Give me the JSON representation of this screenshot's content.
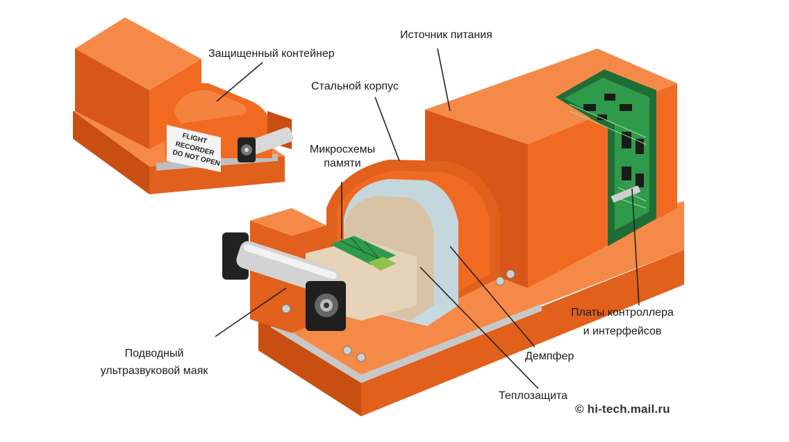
{
  "labels": {
    "protected_container": "Защищенный контейнер",
    "power_source": "Источник питания",
    "steel_case": "Стальной корпус",
    "memory_chips_line1": "Микросхемы",
    "memory_chips_line2": "памяти",
    "controller_boards_line1": "Платы контроллера",
    "controller_boards_line2": "и интерфейсов",
    "beacon_line1": "Подводный",
    "beacon_line2": "ультразвуковой маяк",
    "damper": "Демпфер",
    "heat_protection": "Теплозащита"
  },
  "device_text": {
    "line1": "FLIGHT",
    "line2": "RECORDER",
    "line3": "DO NOT OPEN"
  },
  "credit": "© hi-tech.mail.ru",
  "colors": {
    "orange": "#f06a22",
    "orange_dark": "#c94e12",
    "orange_light": "#f58a48",
    "pcb_green": "#2f9a4a",
    "insulation_blue": "#bfe3f2",
    "damper_beige": "#d9c3a6"
  }
}
